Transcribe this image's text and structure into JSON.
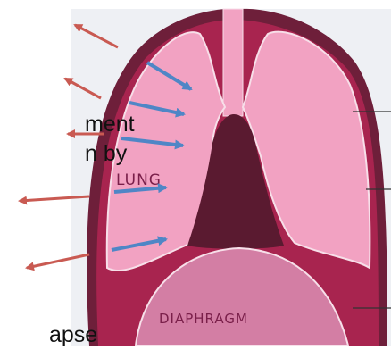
{
  "diagram": {
    "labels": {
      "lung": "LUNG",
      "diaphragm": "DIAPHRAGM"
    },
    "text_fragments": {
      "movement": "ment",
      "direction": "n by",
      "collapse": "apse"
    },
    "colors": {
      "outer_arrow": "#c95a52",
      "inner_arrow": "#4f86c6",
      "chest_wall": "#6e1f3a",
      "pleural_space": "#a8244f",
      "lung_tissue": "#f2a2c2",
      "mediastinum": "#5a1a30",
      "diaphragm": "#d37ea4",
      "label_color": "#7a1f4a",
      "background_panel": "#eef0f4"
    },
    "icons": {
      "outer_arrows": "outward-pointing-arrow",
      "inner_arrows": "inward-pointing-arrow"
    }
  }
}
